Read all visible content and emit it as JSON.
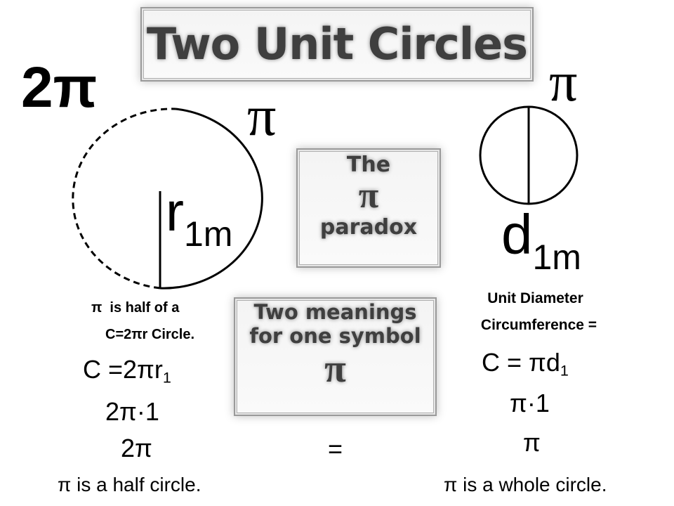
{
  "title": "Two Unit Circles",
  "paradox_box": {
    "line1": "The",
    "symbol": "π",
    "line2": "paradox"
  },
  "meanings_box": {
    "line1": "Two meanings",
    "line2": "for one symbol",
    "symbol": "π"
  },
  "left": {
    "label_2pi": "2π",
    "label_pi": "π",
    "radius_label": "r",
    "radius_sub": "1m",
    "note_line1": "π  is half of a",
    "note_line2": "C=2πr Circle.",
    "eq1_main": "C =2πr",
    "eq1_sub": "1",
    "eq2": "2π·1",
    "eq3": "2π",
    "conclusion": "π is a half circle."
  },
  "equals": "=",
  "right": {
    "label_pi": "π",
    "diameter_label": "d",
    "diameter_sub": "1m",
    "note_line1": "Unit Diameter",
    "note_line2": "Circumference =",
    "eq1_main": "C = πd",
    "eq1_sub": "1",
    "eq2": "π·1",
    "eq3": "π",
    "conclusion": "π is a whole circle."
  }
}
